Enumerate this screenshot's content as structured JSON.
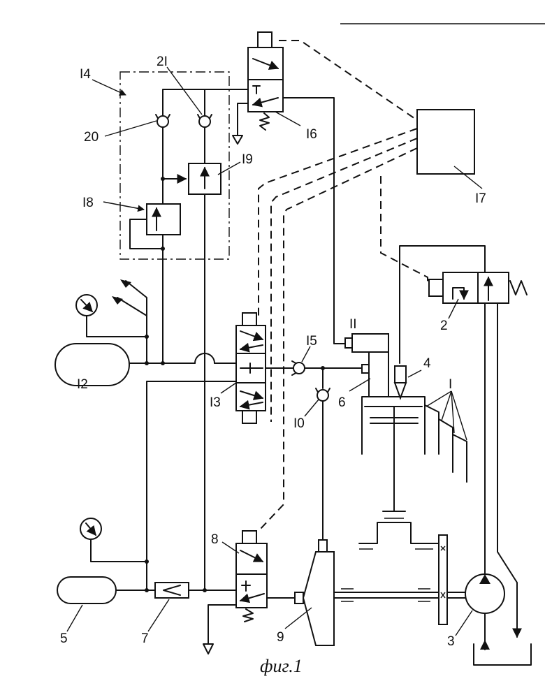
{
  "caption": "фиг.1",
  "labels": {
    "l1": "I",
    "l2": "2",
    "l3": "3",
    "l4": "4",
    "l5": "5",
    "l6": "6",
    "l7": "7",
    "l8": "8",
    "l9": "9",
    "l10": "I0",
    "l11": "II",
    "l12": "I2",
    "l13": "I3",
    "l14": "I4",
    "l15": "I5",
    "l16": "I6",
    "l17": "I7",
    "l18": "I8",
    "l19": "I9",
    "l20": "20",
    "l21": "2I"
  }
}
